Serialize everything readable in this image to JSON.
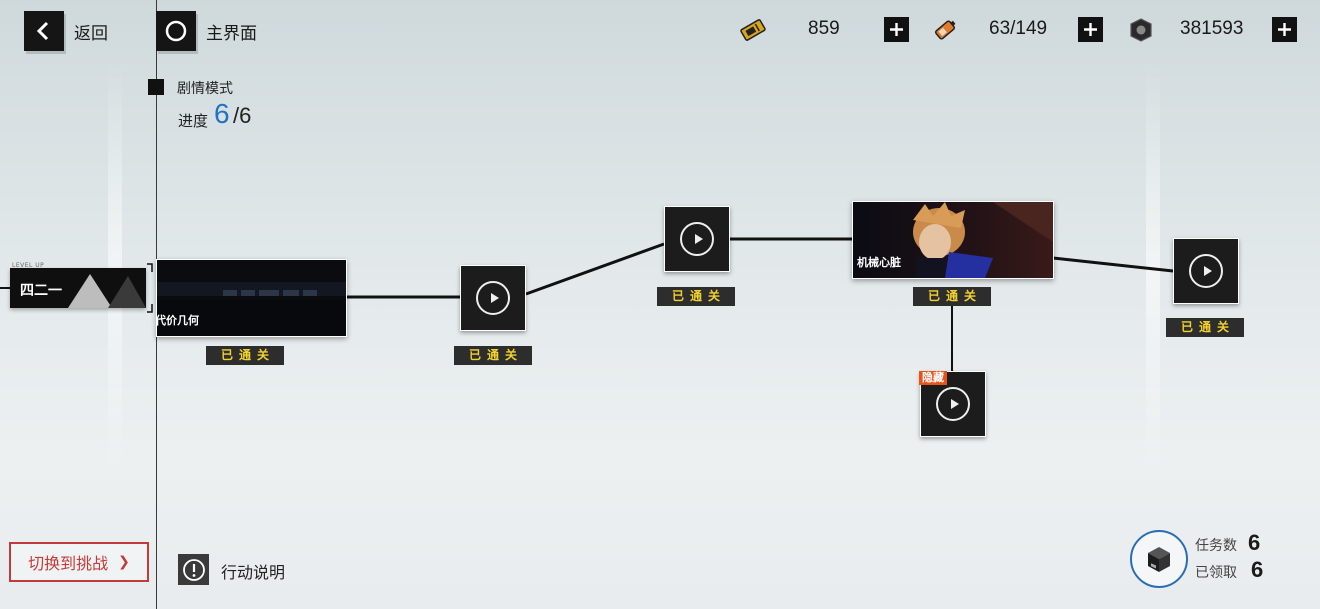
{
  "topbar": {
    "back_label": "返回",
    "home_label": "主界面"
  },
  "resources": [
    {
      "name": "stamina-ticket",
      "icon": "ticket-icon",
      "value": "859"
    },
    {
      "name": "battery",
      "icon": "battery-icon",
      "value": "63/149"
    },
    {
      "name": "coins",
      "icon": "coin-icon",
      "value": "381593"
    }
  ],
  "mode": {
    "label": "剧情模式",
    "progress_label": "进度",
    "progress_current": "6",
    "progress_total": "/6"
  },
  "chapter": {
    "level_tag": "LEVEL UP",
    "name": "四二一"
  },
  "stages": {
    "stage1_title": "代价几何",
    "stage4_title": "机械心脏",
    "cleared_label": "已通关",
    "hidden_label": "隐藏"
  },
  "bottom": {
    "switch_label": "切换到挑战",
    "switch_arrow": "❯",
    "info_label": "行动说明"
  },
  "tasks": {
    "count_label": "任务数",
    "count_value": "6",
    "claimed_label": "已领取",
    "claimed_value": "6"
  },
  "colors": {
    "accent_blue": "#1f72c4",
    "cleared_text": "#f2d22c",
    "switch_red": "#c43a3a",
    "hidden_orange": "#e8531b"
  }
}
